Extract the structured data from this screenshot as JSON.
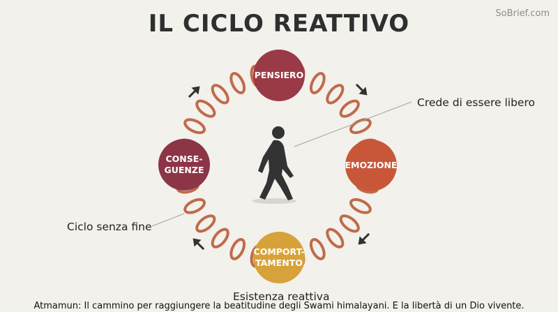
{
  "title": "IL CICLO REATTIVO",
  "watermark": "SoBrief.com",
  "nodes": [
    {
      "label_line1": "PENSIERO",
      "label_line2": "",
      "color": "#9a3a46"
    },
    {
      "label_line1": "EMOZIONE",
      "label_line2": "",
      "color": "#c8573a"
    },
    {
      "label_line1": "COMPORT-",
      "label_line2": "TAMENTO",
      "color": "#d7a23a"
    },
    {
      "label_line1": "CONSE-",
      "label_line2": "GUENZE",
      "color": "#8c3547"
    }
  ],
  "annotations": {
    "free": "Crede di essere libero",
    "endless": "Ciclo senza fine",
    "reactive": "Esistenza reattiva"
  },
  "caption": "Atmamun: Il cammino per raggiungere la beatitudine degli Swami himalayani. E la libertà di un Dio vivente.",
  "colors": {
    "chain": "#c06a4a",
    "chain_dark": "#7a3a2c",
    "arrow": "#333333",
    "figure": "#333333",
    "leader_line": "#9a9a9a"
  },
  "icons": {
    "arrows": "arrow-icon",
    "figure": "walking-person-icon",
    "chain": "chain-icon"
  }
}
